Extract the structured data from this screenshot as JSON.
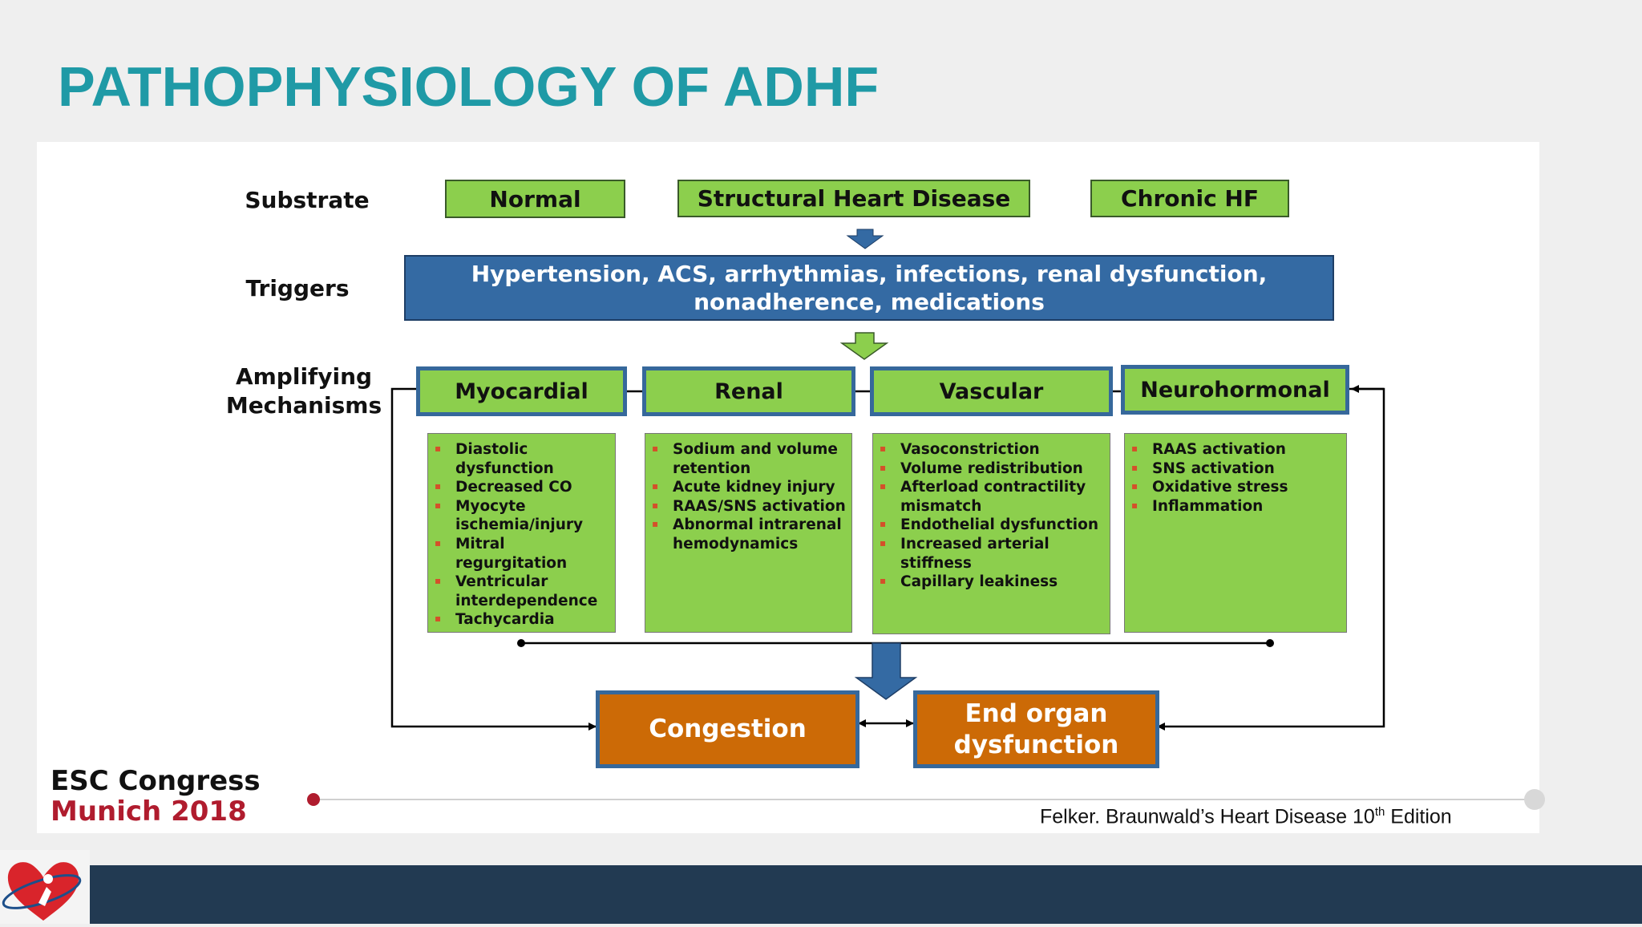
{
  "slide": {
    "title": "PATHOPHYSIOLOGY OF ADHF"
  },
  "diagram": {
    "row_labels": {
      "substrate": "Substrate",
      "triggers": "Triggers",
      "amplifying_line1": "Amplifying",
      "amplifying_line2": "Mechanisms"
    },
    "substrates": [
      "Normal",
      "Structural Heart Disease",
      "Chronic HF"
    ],
    "triggers_line1": "Hypertension, ACS, arrhythmias, infections, renal dysfunction,",
    "triggers_line2": "nonadherence, medications",
    "mechanisms": [
      {
        "name": "Myocardial",
        "items": [
          "Diastolic dysfunction",
          "Decreased CO",
          "Myocyte ischemia/injury",
          "Mitral regurgitation",
          "Ventricular interdependence",
          "Tachycardia"
        ]
      },
      {
        "name": "Renal",
        "items": [
          "Sodium and volume retention",
          "Acute kidney injury",
          "RAAS/SNS activation",
          "Abnormal intrarenal hemodynamics"
        ]
      },
      {
        "name": "Vascular",
        "items": [
          "Vasoconstriction",
          "Volume redistribution",
          "Afterload contractility mismatch",
          "Endothelial dysfunction",
          "Increased arterial stiffness",
          "Capillary leakiness"
        ]
      },
      {
        "name": "Neurohormonal",
        "items": [
          "RAAS activation",
          "SNS activation",
          "Oxidative stress",
          "Inflammation"
        ]
      }
    ],
    "outcomes": {
      "congestion": "Congestion",
      "end_organ_line1": "End organ",
      "end_organ_line2": "dysfunction"
    }
  },
  "branding": {
    "congress_line1": "ESC Congress",
    "congress_line2": "Munich 2018",
    "citation_prefix": "Felker. Braunwald’s Heart Disease 10",
    "citation_sup": "th",
    "citation_suffix": " Edition",
    "logo_icon": "esc-heart-logo-icon"
  },
  "colors": {
    "title": "#1f9aa6",
    "green_box": "#8ccf4d",
    "blue": "#346aa3",
    "orange": "#cc6a06",
    "footer": "#223a52",
    "esc_red": "#b01c2e"
  }
}
